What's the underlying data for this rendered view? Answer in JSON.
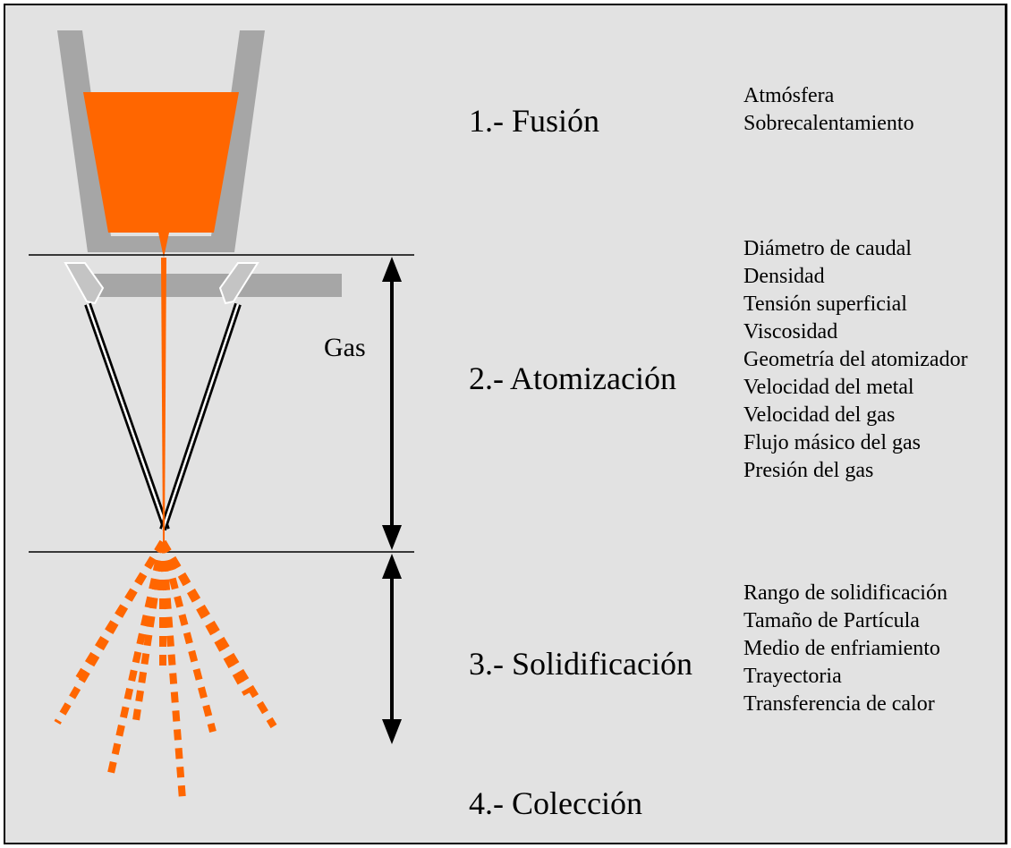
{
  "gas_label": "Gas",
  "stages": [
    {
      "title": "1.- Fusión",
      "params": [
        "Atmósfera",
        "Sobrecalentamiento"
      ]
    },
    {
      "title": "2.- Atomización",
      "params": [
        "Diámetro de caudal",
        "Densidad",
        "Tensión superficial",
        "Viscosidad",
        "Geometría del atomizador",
        "Velocidad del metal",
        "Velocidad del gas",
        "Flujo másico del gas",
        "Presión del gas"
      ]
    },
    {
      "title": "3.- Solidificación",
      "params": [
        "Rango de solidificación",
        "Tamaño de Partícula",
        "Medio de enfriamiento",
        "Trayectoria",
        "Transferencia de calor"
      ]
    },
    {
      "title": "4.- Colección",
      "params": []
    }
  ],
  "colors": {
    "background": "#e2e2e2",
    "melt": "#ff6600",
    "crucible": "#a6a6a6",
    "nozzle": "#c4c4c4",
    "line": "#000000"
  }
}
